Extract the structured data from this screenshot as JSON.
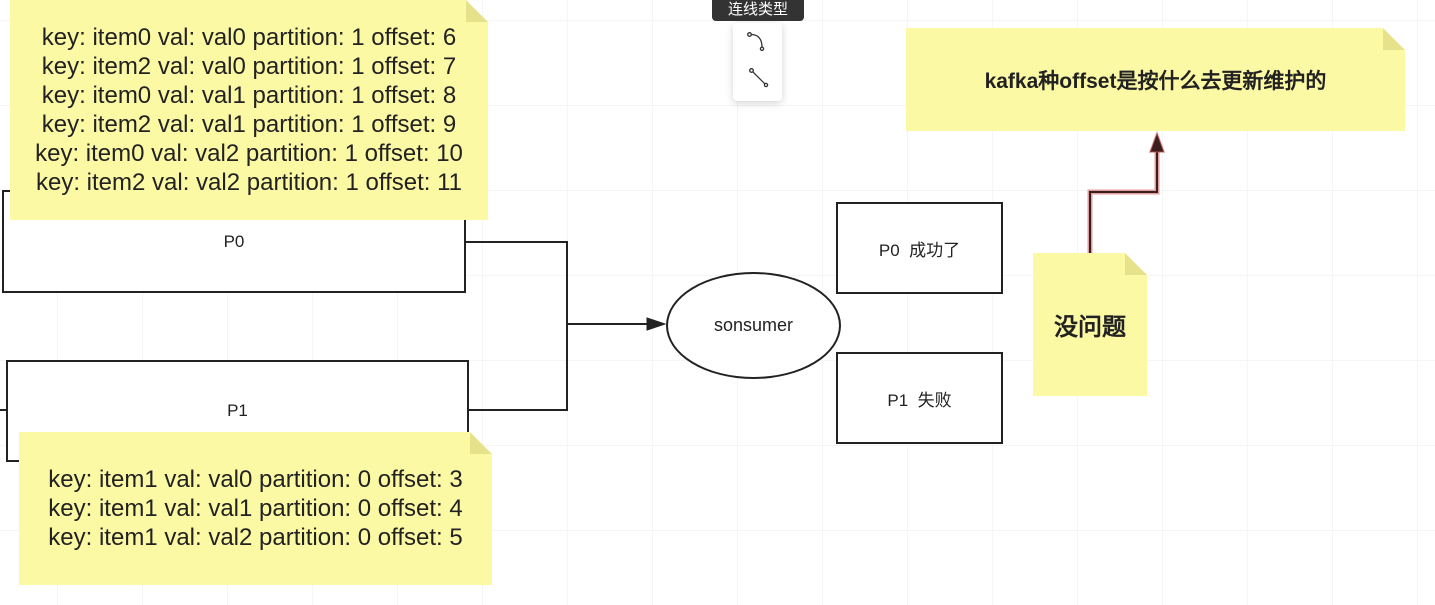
{
  "toolbar": {
    "tooltip_label": "连线类型",
    "connector_types": [
      {
        "icon": "curved-connector-icon"
      },
      {
        "icon": "straight-connector-icon"
      }
    ]
  },
  "diagram": {
    "partition_boxes": [
      {
        "label": "P0"
      },
      {
        "label": "P1"
      }
    ],
    "consumer": {
      "label": "sonsumer"
    },
    "results": [
      {
        "label": "P0  成功了"
      },
      {
        "label": "P1  失败"
      }
    ],
    "notes": {
      "p0_lines": [
        "key: item0 val: val0 partition: 1 offset: 6",
        "key: item2 val: val0 partition: 1 offset: 7",
        "key: item0 val: val1 partition: 1 offset: 8",
        "key: item2 val: val1 partition: 1 offset: 9",
        "key: item0 val: val2 partition: 1 offset: 10",
        "key: item2 val: val2 partition: 1 offset: 11"
      ],
      "p1_lines": [
        "key: item1 val: val0 partition: 0 offset: 3",
        "key: item1 val: val1 partition: 0 offset: 4",
        "key: item1 val: val2 partition: 0 offset: 5"
      ],
      "answer": "没问题",
      "question": "kafka种offset是按什么去更新维护的"
    }
  },
  "colors": {
    "note": "#fcf9a5",
    "note_fold": "#e6e28c",
    "stroke": "#222222",
    "tooltip_bg": "#333333",
    "selected_connector": "#3a1d1d",
    "selected_glow": "#c0504d"
  }
}
